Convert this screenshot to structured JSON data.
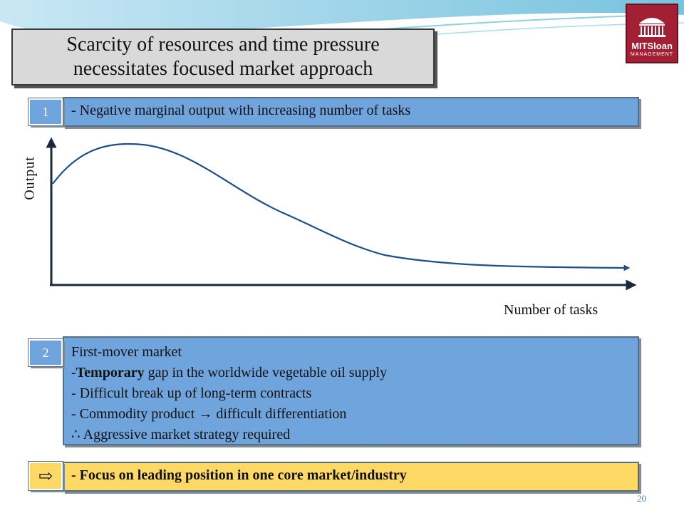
{
  "slide": {
    "title": "Scarcity of resources and time pressure\nnecessitates focused market approach",
    "page_number": "20"
  },
  "logo": {
    "line1": "MITSloan",
    "line2": "MANAGEMENT",
    "icon": "dome-building-icon"
  },
  "section1": {
    "badge": "1",
    "text": "- Negative marginal output with increasing number of tasks"
  },
  "diagram": {
    "y_axis_label": "Output",
    "x_axis_label": "Number of tasks",
    "curve_description": "hump curve"
  },
  "section2": {
    "badge": "2",
    "line1": "First-mover market",
    "line2_prefix": "-",
    "line2_bold": "Temporary",
    "line2_rest": " gap in the worldwide vegetable oil supply",
    "line3": "- Difficult break up of long-term contracts",
    "line4_a": "- Commodity product ",
    "line4_arrow": "→",
    "line4_b": " difficult differentiation",
    "line5": "∴ Aggressive market strategy required"
  },
  "section3": {
    "badge": "⇨",
    "text": "- Focus on leading position in one core market/industry"
  },
  "colors": {
    "band_blue": "#6fa5dc",
    "band_yellow": "#ffd966",
    "curve": "#1f4e8c",
    "axis": "#1a2a3a",
    "logo_red": "#a31f34"
  }
}
